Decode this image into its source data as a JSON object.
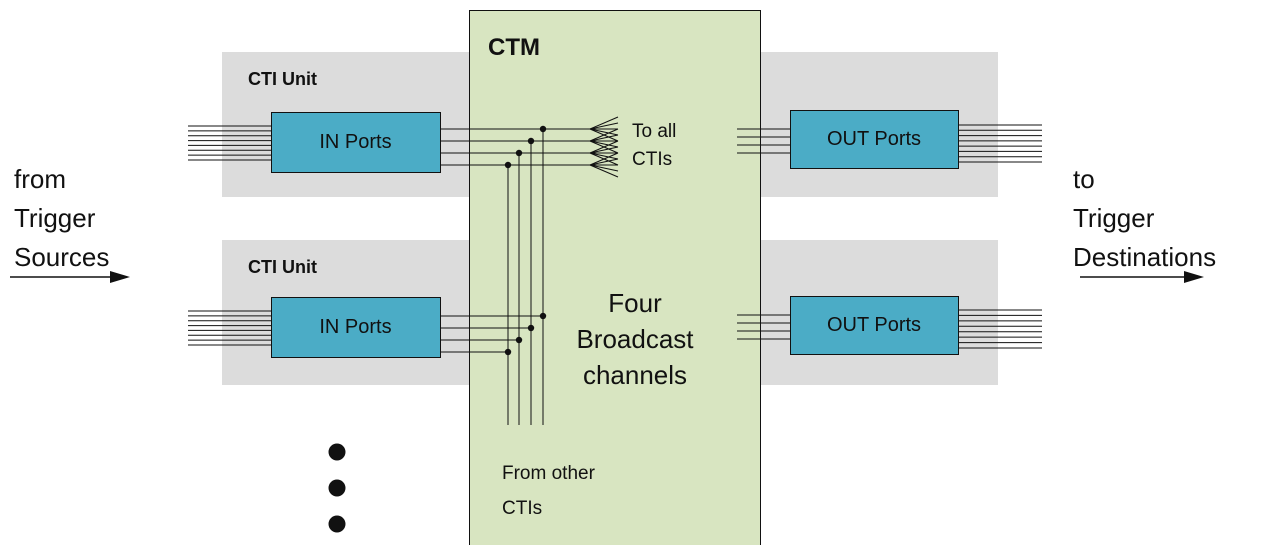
{
  "diagram": {
    "left_caption": "from\nTrigger\nSources",
    "right_caption": "to\nTrigger\nDestinations",
    "ctm": {
      "title": "CTM",
      "to_all_label": "To all\nCTIs",
      "broadcast_label": "Four\nBroadcast\nchannels",
      "from_other_label": "From other\nCTIs"
    },
    "cti_units": [
      {
        "title": "CTI Unit",
        "in_label": "IN Ports",
        "out_label": "OUT Ports"
      },
      {
        "title": "CTI Unit",
        "in_label": "IN Ports",
        "out_label": "OUT Ports"
      }
    ],
    "colors": {
      "cti_unit_bg": "#dcdcdc",
      "ctm_bg": "#d8e5c1",
      "port_fill": "#4bacc6",
      "line": "#111111"
    }
  }
}
